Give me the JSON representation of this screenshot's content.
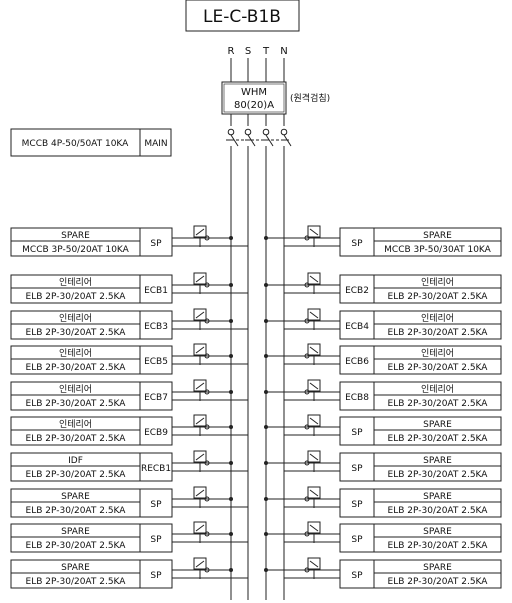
{
  "panel_title": "LE-C-B1B",
  "phases": [
    "R",
    "S",
    "T",
    "N"
  ],
  "meter": {
    "line1": "WHM",
    "line2": "80(20)A",
    "note": "(원격검침)"
  },
  "main_breaker": {
    "spec": "MCCB 4P-50/50AT 10KA",
    "tag": "MAIN"
  },
  "left_circuits": [
    {
      "name": "SPARE",
      "spec": "MCCB 3P-50/20AT 10KA",
      "tag": "SP"
    },
    {
      "name": "인테리어",
      "spec": "ELB 2P-30/20AT 2.5KA",
      "tag": "ECB1"
    },
    {
      "name": "인테리어",
      "spec": "ELB 2P-30/20AT 2.5KA",
      "tag": "ECB3"
    },
    {
      "name": "인테리어",
      "spec": "ELB 2P-30/20AT 2.5KA",
      "tag": "ECB5"
    },
    {
      "name": "인테리어",
      "spec": "ELB 2P-30/20AT 2.5KA",
      "tag": "ECB7"
    },
    {
      "name": "인테리어",
      "spec": "ELB 2P-30/20AT 2.5KA",
      "tag": "ECB9"
    },
    {
      "name": "IDF",
      "spec": "ELB 2P-30/20AT 2.5KA",
      "tag": "RECB1"
    },
    {
      "name": "SPARE",
      "spec": "ELB 2P-30/20AT 2.5KA",
      "tag": "SP"
    },
    {
      "name": "SPARE",
      "spec": "ELB 2P-30/20AT 2.5KA",
      "tag": "SP"
    },
    {
      "name": "SPARE",
      "spec": "ELB 2P-30/20AT 2.5KA",
      "tag": "SP"
    }
  ],
  "right_circuits": [
    {
      "name": "SPARE",
      "spec": "MCCB 3P-50/30AT 10KA",
      "tag": "SP"
    },
    {
      "name": "인테리어",
      "spec": "ELB 2P-30/20AT 2.5KA",
      "tag": "ECB2"
    },
    {
      "name": "인테리어",
      "spec": "ELB 2P-30/20AT 2.5KA",
      "tag": "ECB4"
    },
    {
      "name": "인테리어",
      "spec": "ELB 2P-30/20AT 2.5KA",
      "tag": "ECB6"
    },
    {
      "name": "인테리어",
      "spec": "ELB 2P-30/20AT 2.5KA",
      "tag": "ECB8"
    },
    {
      "name": "SPARE",
      "spec": "ELB 2P-30/20AT 2.5KA",
      "tag": "SP"
    },
    {
      "name": "SPARE",
      "spec": "ELB 2P-30/20AT 2.5KA",
      "tag": "SP"
    },
    {
      "name": "SPARE",
      "spec": "ELB 2P-30/20AT 2.5KA",
      "tag": "SP"
    },
    {
      "name": "SPARE",
      "spec": "ELB 2P-30/20AT 2.5KA",
      "tag": "SP"
    },
    {
      "name": "SPARE",
      "spec": "ELB 2P-30/20AT 2.5KA",
      "tag": "SP"
    }
  ]
}
